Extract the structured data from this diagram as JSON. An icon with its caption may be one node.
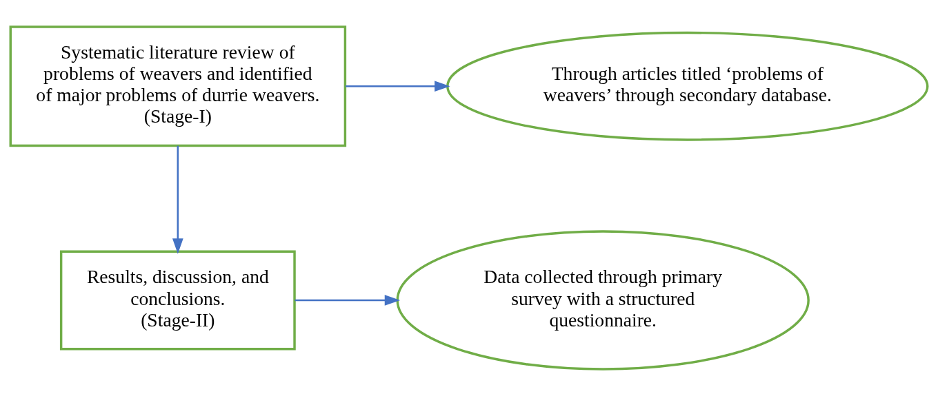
{
  "diagram": {
    "nodes": [
      {
        "text": [
          "Systematic literature review of problems of weavers and identified of major problems of durrie weavers.",
          "(Stage-I)"
        ]
      },
      {
        "text": [
          "Through articles titled ‘problems of weavers’ through secondary database."
        ]
      },
      {
        "text": [
          "Results, discussion, and conclusions.",
          "(Stage-II)"
        ]
      },
      {
        "text": [
          "Data collected through primary survey with a structured questionnaire."
        ]
      }
    ],
    "edges": [
      {
        "from": 0,
        "to": 1,
        "arrow": "to"
      },
      {
        "from": 0,
        "to": 2,
        "arrow": "to"
      },
      {
        "from": 2,
        "to": 3,
        "arrow": "to"
      }
    ]
  }
}
